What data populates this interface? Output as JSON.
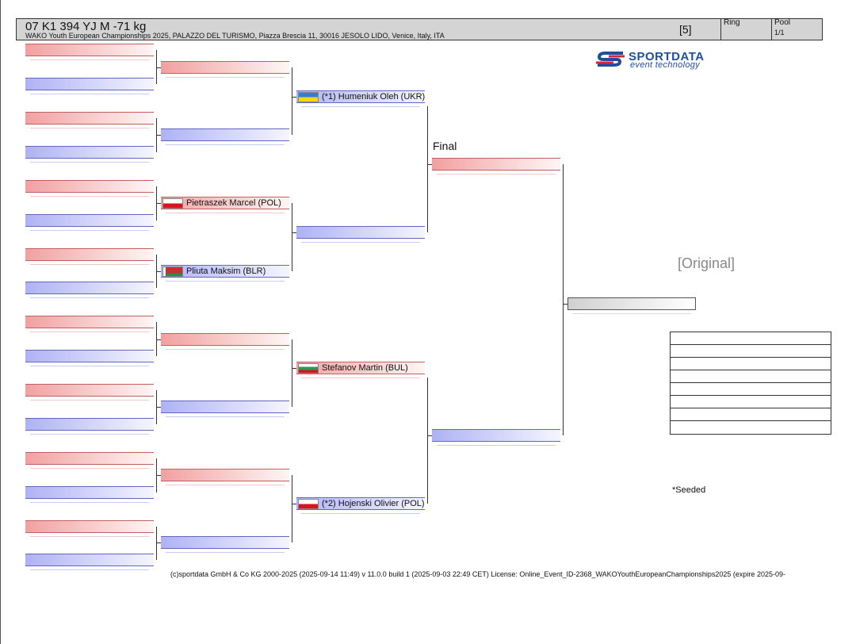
{
  "header": {
    "title": "07 K1 394 YJ M -71 kg",
    "subtitle": "WAKO Youth European Championships 2025, PALAZZO DEL TURISMO, Piazza Brescia 11, 30016 JESOLO LIDO, Venice, Italy, ITA",
    "bout_number": "[5]",
    "ring_label": "Ring",
    "pool_label": "Pool",
    "pool_value": "1/1"
  },
  "logo": {
    "name": "SPORTDATA",
    "tagline": "event technology"
  },
  "bracket": {
    "final_label": "Final",
    "fighters": {
      "humeniuk": "(*1) Humeniuk Oleh (UKR)",
      "pietraszek": "Pietraszek Marcel (POL)",
      "pliuta": "Pliuta Maksim (BLR)",
      "stefanov": "Stefanov Martin (BUL)",
      "hojenski": "(*2) Hojenski Olivier (POL)"
    },
    "flags": {
      "humeniuk": "flag-ukr",
      "pietraszek": "flag-pol",
      "pliuta": "flag-blr",
      "stefanov": "flag-bul",
      "hojenski": "flag-pol"
    }
  },
  "original_label": "[Original]",
  "seeded_note": "*Seeded",
  "footer": "(c)sportdata GmbH & Co KG 2000-2025 (2025-09-14 11:49)  v 11.0.0 build 1 (2025-09-03 22:49 CET) License: Online_Event_ID-2368_WAKOYouthEuropeanChampionships2025 (expire 2025-09-",
  "colors": {
    "red_corner": "#f2a0a0",
    "blue_corner": "#aeb2f4",
    "logo": "#1f4e9e"
  }
}
